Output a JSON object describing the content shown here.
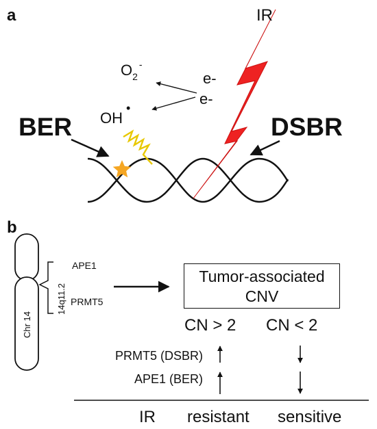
{
  "panel_a": {
    "label": "a",
    "ir_label": "IR",
    "superoxide_base": "O",
    "superoxide_sub": "2",
    "superoxide_sup": "-",
    "electron_1": "e-",
    "electron_2": "e-",
    "hydroxyl": "OH",
    "hydroxyl_dot": "•",
    "ber": "BER",
    "dsbr": "DSBR",
    "colors": {
      "lightning": "#ee2222",
      "hydroxyl_zigzag": "#e8c800",
      "lesion_star": "#f5a623"
    }
  },
  "panel_b": {
    "label": "b",
    "chromosome": "Chr 14",
    "locus": "14q11.2",
    "genes": [
      "APE1",
      "PRMT5"
    ],
    "box_line1": "Tumor-associated",
    "box_line2": "CNV",
    "cn_high": "CN > 2",
    "cn_low": "CN < 2",
    "rows": [
      {
        "label": "PRMT5 (DSBR)",
        "high": "up",
        "low": "down"
      },
      {
        "label": "APE1 (BER)",
        "high": "up",
        "low": "down"
      }
    ],
    "footer": {
      "ir": "IR",
      "resistant": "resistant",
      "sensitive": "sensitive"
    }
  }
}
